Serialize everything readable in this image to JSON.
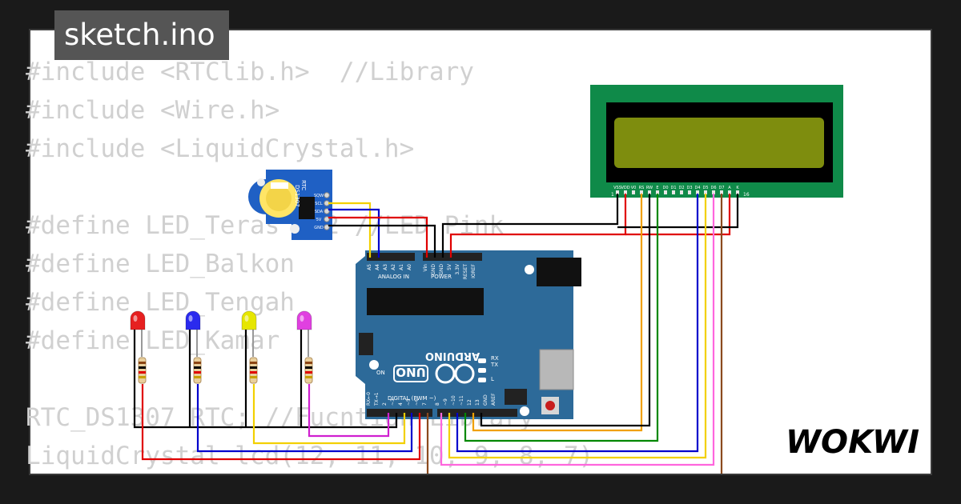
{
  "file_tab": {
    "title": "sketch.ino"
  },
  "code_lines": [
    "#include <RTClib.h>  //Library",
    "#include <Wire.h>",
    "#include <LiquidCrystal.h>",
    "",
    "#define LED_Teras   2 //LED Pink",
    "#define LED_Balkon",
    "#define LED_Tengah",
    "#define LED_Kamar",
    "",
    "RTC_DS1307 RTC; //Fucntion Library",
    "LiquidCrystal lcd(12, 11, 10, 9, 8, 7)"
  ],
  "brand": {
    "logo_text": "WOKWI"
  },
  "board": {
    "name": "ARDUINO",
    "model": "UNO",
    "analog_label": "ANALOG IN",
    "power_label": "POWER",
    "digital_label": "DIGITAL (PWM ~)",
    "analog_pins": [
      "A5",
      "A4",
      "A3",
      "A2",
      "A1",
      "A0"
    ],
    "power_pins": [
      "Vin",
      "GND",
      "GND",
      "5V",
      "3.3V",
      "RESET",
      "IOREF"
    ],
    "digital_pins": [
      "RX←0",
      "TX→1",
      "2",
      "~3",
      "4",
      "~5",
      "~6",
      "7",
      "8",
      "~9",
      "~10",
      "~11",
      "12",
      "13",
      "GND",
      "AREF"
    ],
    "on_label": "ON",
    "tx_label": "TX",
    "rx_label": "RX",
    "l_label": "L"
  },
  "rtc": {
    "chip_label": "DS1307",
    "module_label": "RTC",
    "pins": [
      "SQW",
      "SCL",
      "SDA",
      "5V",
      "GND"
    ]
  },
  "lcd": {
    "pin_labels": [
      "VSS",
      "VDD",
      "V0",
      "RS",
      "RW",
      "E",
      "D0",
      "D1",
      "D2",
      "D3",
      "D4",
      "D5",
      "D6",
      "D7",
      "A",
      "K"
    ],
    "first_pin": "1",
    "last_pin": "16"
  },
  "colors": {
    "board": "#2d6a99",
    "lcd_pcb": "#0f8a49",
    "lcd_screen": "#7e8d0e",
    "rtc": "#1f60c4",
    "wire_black": "#000000",
    "wire_red": "#e00000",
    "wire_blue": "#0000cc",
    "wire_yellow": "#f2d000",
    "wire_orange": "#f0a000",
    "wire_green": "#008800",
    "wire_pink": "#ff66dd",
    "wire_magenta": "#d020d0",
    "wire_brown": "#8b4a1e"
  },
  "leds": [
    {
      "name": "led-red",
      "color": "#e62020"
    },
    {
      "name": "led-blue",
      "color": "#2a2aee"
    },
    {
      "name": "led-yellow",
      "color": "#e6e600"
    },
    {
      "name": "led-pink",
      "color": "#e040e0"
    }
  ]
}
